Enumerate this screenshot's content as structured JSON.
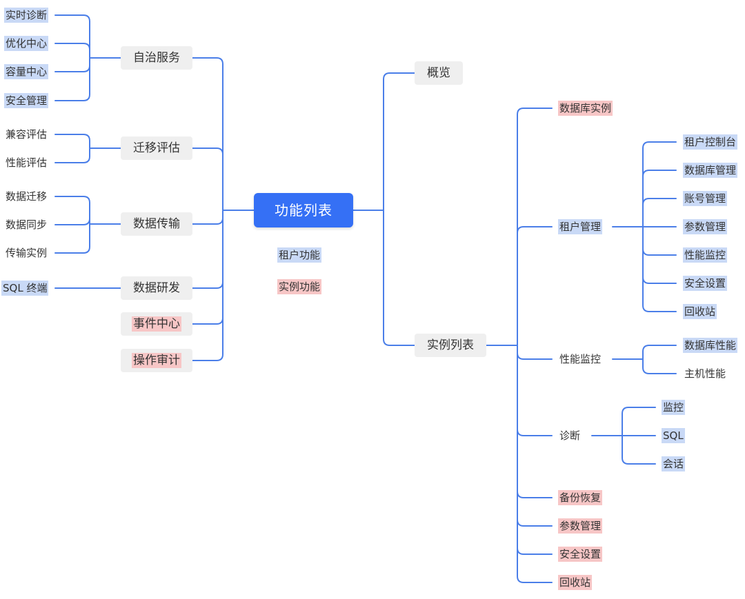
{
  "colors": {
    "root": "#3570f5",
    "edge": "#4a7ee8",
    "pill": "#efefef",
    "tenant_highlight": "#c9d9f6",
    "instance_highlight": "#f7c6c6"
  },
  "root": {
    "label": "功能列表"
  },
  "legend": {
    "tenant": "租户功能",
    "instance": "实例功能"
  },
  "left": {
    "autonomy": {
      "label": "自治服务",
      "children": [
        "实时诊断",
        "优化中心",
        "容量中心",
        "安全管理"
      ]
    },
    "migration": {
      "label": "迁移评估",
      "children": [
        "兼容评估",
        "性能评估"
      ]
    },
    "transfer": {
      "label": "数据传输",
      "children": [
        "数据迁移",
        "数据同步",
        "传输实例"
      ]
    },
    "dev": {
      "label": "数据研发",
      "children": [
        "SQL 终端"
      ]
    },
    "event": {
      "label": "事件中心"
    },
    "audit": {
      "label": "操作审计"
    }
  },
  "right": {
    "overview": {
      "label": "概览"
    },
    "instances": {
      "label": "实例列表",
      "db_instance": "数据库实例",
      "tenant_mgmt": {
        "label": "租户管理",
        "children": [
          "租户控制台",
          "数据库管理",
          "账号管理",
          "参数管理",
          "性能监控",
          "安全设置",
          "回收站"
        ]
      },
      "perf": {
        "label": "性能监控",
        "children": [
          "数据库性能",
          "主机性能"
        ]
      },
      "diag": {
        "label": "诊断",
        "children": [
          "监控",
          "SQL",
          "会话"
        ]
      },
      "backup": "备份恢复",
      "params": "参数管理",
      "security": "安全设置",
      "recycle": "回收站"
    }
  }
}
